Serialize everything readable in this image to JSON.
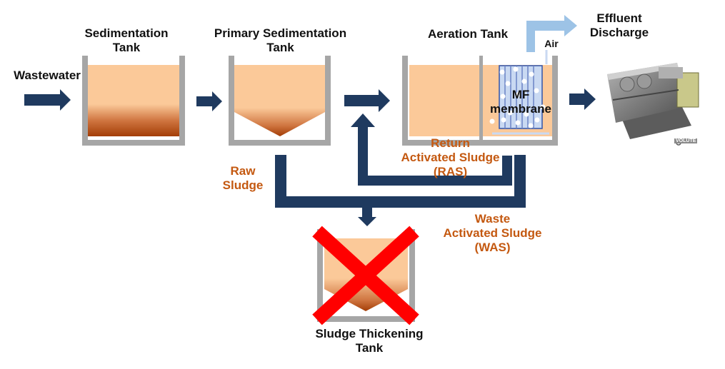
{
  "labels": {
    "wastewater": "Wastewater",
    "sedimentation_tank": "Sedimentation\nTank",
    "primary_sedimentation_tank": "Primary Sedimentation\nTank",
    "aeration_tank": "Aeration Tank",
    "air": "Air",
    "effluent_discharge": "Effluent\nDischarge",
    "mf_membrane": "MF\nmembrane",
    "return_activated_sludge": "Return\nActivated Sludge\n(RAS)",
    "raw_sludge": "Raw\nSludge",
    "waste_activated_sludge": "Waste\nActivated Sludge\n(WAS)",
    "sludge_thickening_tank": "Sludge Thickening\nTank",
    "volute_logo": "VOLUTE"
  },
  "colors": {
    "flow_arrow": "#1f3a5f",
    "air_arrow": "#9dc3e6",
    "tank_wall": "#a6a6a6",
    "liquid": "#fbc999",
    "sludge": "#a33d06",
    "sludge_label": "#c45911",
    "cross": "#ff0000"
  },
  "icons": {
    "dewatering_machine": "volute-dewatering-press-icon",
    "cancel_mark": "red-cross-icon"
  }
}
